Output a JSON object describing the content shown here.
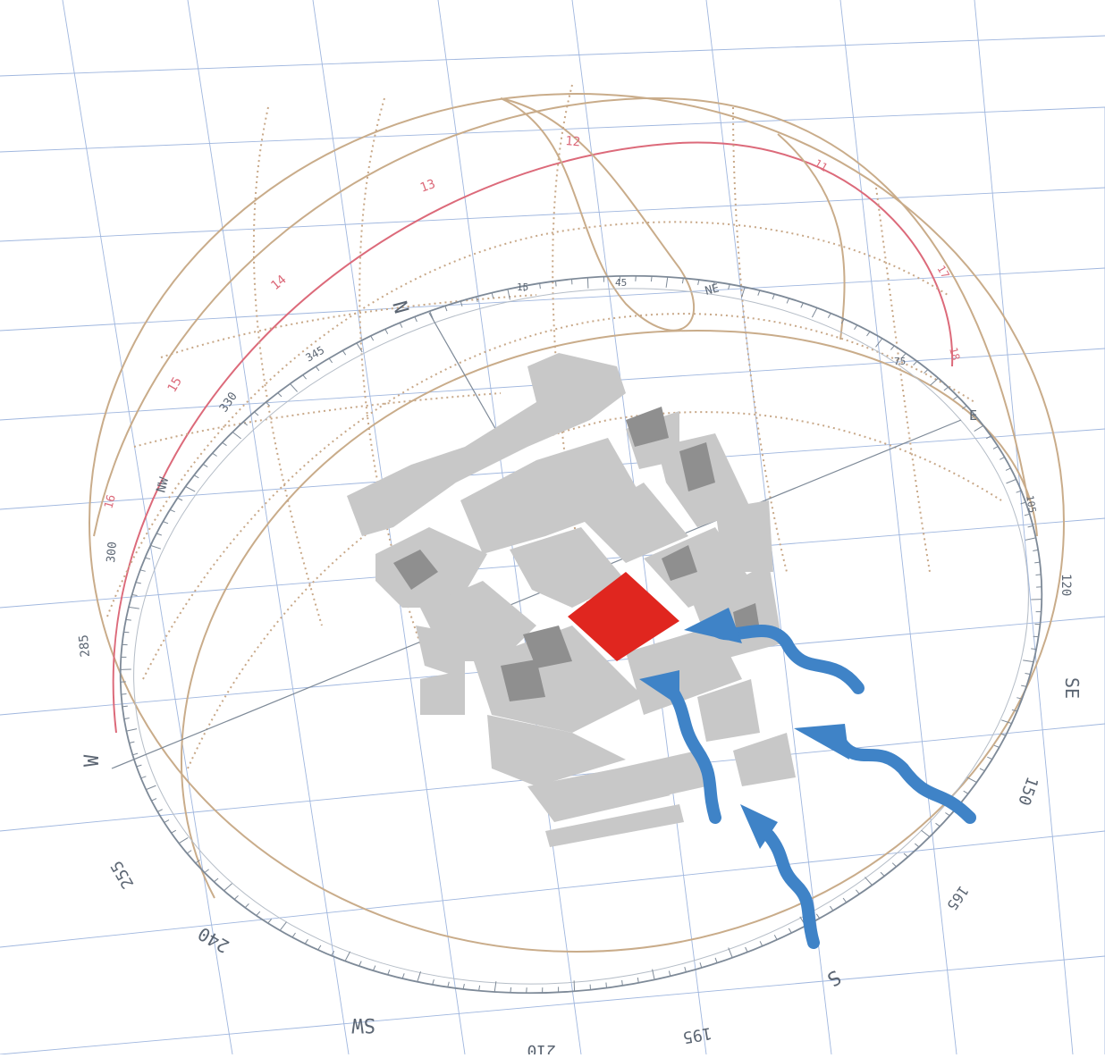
{
  "diagram": {
    "colors": {
      "background": "#ffffff",
      "grid": "#9fb6de",
      "compass": "#7e8a98",
      "sun_path": "#c9ac8a",
      "sun_path_dotted": "#c8a888",
      "summer_path": "#dc6a7a",
      "building": "#c8c8c8",
      "building_dark": "#8f8f8f",
      "site": "#e0261f",
      "wind_arrow": "#3f83c7"
    },
    "compass_labels": {
      "north": "N",
      "northeast": "NE",
      "east": "E",
      "southeast": "SE",
      "south": "S",
      "southwest": "SW",
      "west": "W",
      "northwest": "NW",
      "deg_15": "15",
      "deg_45": "45",
      "deg_75": "75",
      "deg_105": "105",
      "deg_120": "120",
      "deg_150": "150",
      "deg_165": "165",
      "deg_195": "195",
      "deg_210": "210",
      "deg_240": "240",
      "deg_255": "255",
      "deg_285": "285",
      "deg_300": "300",
      "deg_330": "330",
      "deg_345": "345"
    },
    "hour_labels": [
      "11",
      "12",
      "13",
      "14",
      "15",
      "16",
      "17",
      "18"
    ],
    "wind_arrows": 4,
    "site_label": ""
  }
}
